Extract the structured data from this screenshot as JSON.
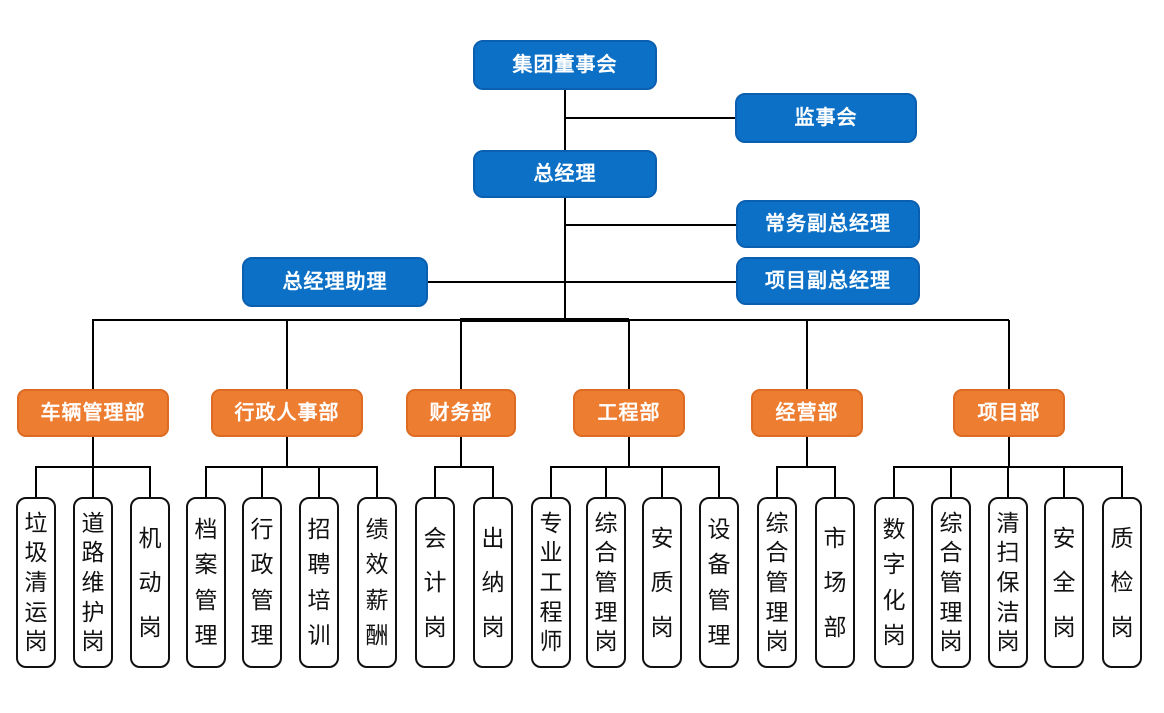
{
  "colors": {
    "node-blue": "#0b70c6",
    "node-blue-border": "#0a5fb0",
    "node-orange": "#ed7d31",
    "node-orange-border": "#dd6b22",
    "leaf-border": "#111111",
    "line": "#000000",
    "text-light": "#ffffff",
    "text-dark": "#111111"
  },
  "org": {
    "root": "集团董事会",
    "supervisory": "监事会",
    "gm": "总经理",
    "evp": "常务副总经理",
    "gm_assistant": "总经理助理",
    "project_vp": "项目副总经理",
    "departments": [
      {
        "label": "车辆管理部",
        "children": [
          "垃圾清运岗",
          "道路维护岗",
          "机动岗"
        ]
      },
      {
        "label": "行政人事部",
        "children": [
          "档案管理",
          "行政管理",
          "招聘培训",
          "绩效薪酬"
        ]
      },
      {
        "label": "财务部",
        "children": [
          "会计岗",
          "出纳岗"
        ]
      },
      {
        "label": "工程部",
        "children": [
          "专业工程师",
          "综合管理岗",
          "安质岗",
          "设备管理"
        ]
      },
      {
        "label": "经营部",
        "children": [
          "综合管理岗",
          "市场部"
        ]
      },
      {
        "label": "项目部",
        "children": [
          "数字化岗",
          "综合管理岗",
          "清扫保洁岗",
          "安全岗",
          "质检岗"
        ]
      }
    ]
  }
}
